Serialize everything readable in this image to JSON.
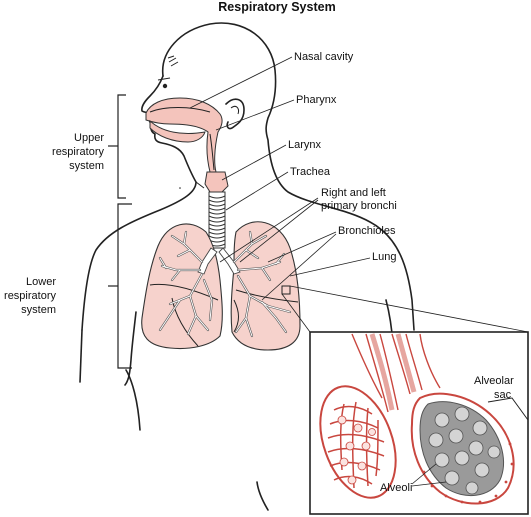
{
  "title": "Respiratory System",
  "labels": {
    "nasal_cavity": "Nasal cavity",
    "pharynx": "Pharynx",
    "larynx": "Larynx",
    "trachea": "Trachea",
    "bronchi_line1": "Right and left",
    "bronchi_line2": "primary bronchi",
    "bronchioles": "Bronchioles",
    "lung": "Lung",
    "upper_line1": "Upper",
    "upper_line2": "respiratory",
    "upper_line3": "system",
    "lower_line1": "Lower",
    "lower_line2": "respiratory",
    "lower_line3": "system",
    "alveolar_line1": "Alveolar",
    "alveolar_line2": "sac",
    "alveoli": "Alveoli"
  },
  "colors": {
    "airway": "#f4c4bc",
    "lung": "#f6d2cc",
    "vessel": "#c9473f",
    "alveolar_sac": "#9a9a9a"
  }
}
